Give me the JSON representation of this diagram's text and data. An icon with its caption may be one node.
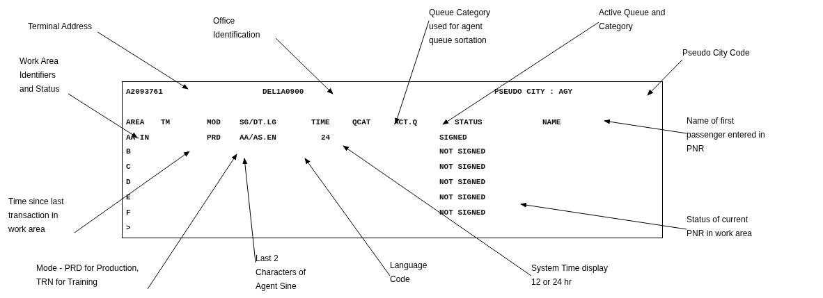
{
  "diagram": {
    "nodes": [
      {
        "text": [
          "A2093761",
          "DEL1A0900",
          "PSEUDO CITY : AGY",
          "AREA",
          "TM",
          "MOD",
          "SG/DT.LG",
          "TIME",
          "QCAT",
          "ACT.Q",
          "STATUS",
          "NAME",
          "AA-IN",
          "PRD",
          "AA/AS.EN",
          "24",
          "SIGNED",
          "B",
          "NOT SIGNED",
          "C",
          "NOT SIGNED",
          "D",
          "NOT SIGNED",
          "E",
          "NOT SIGNED",
          "F",
          "NOT SIGNED",
          ">"
        ]
      },
      {
        "text": [
          "Terminal Address"
        ]
      },
      {
        "text": [
          "Office Identification"
        ]
      },
      {
        "text": [
          "Queue Category used for agent queue sortation"
        ]
      },
      {
        "text": [
          "Active Queue and Category"
        ]
      },
      {
        "text": [
          "Pseudo City Code"
        ]
      },
      {
        "text": [
          "Work Area Identifiers and Status"
        ]
      },
      {
        "text": [
          "Name of first passenger entered in PNR"
        ]
      },
      {
        "text": [
          "Time since last transaction in work area"
        ]
      },
      {
        "text": [
          "Status of current PNR in work area"
        ]
      },
      {
        "text": [
          "Mode - PRD for Production, TRN for Training"
        ]
      },
      {
        "text": [
          "Last 2 Characters of Agent Sine"
        ]
      },
      {
        "text": [
          "Language Code"
        ]
      },
      {
        "text": [
          "System Time display 12 or 24 hr"
        ]
      }
    ],
    "edges": [
      {
        "from": 1,
        "to": 0,
        "arrow": "to"
      },
      {
        "from": 2,
        "to": 0,
        "arrow": "to"
      },
      {
        "from": 3,
        "to": 0,
        "arrow": "to"
      },
      {
        "from": 4,
        "to": 0,
        "arrow": "to"
      },
      {
        "from": 5,
        "to": 0,
        "arrow": "to"
      },
      {
        "from": 6,
        "to": 0,
        "arrow": "to"
      },
      {
        "from": 7,
        "to": 0,
        "arrow": "to"
      },
      {
        "from": 8,
        "to": 0,
        "arrow": "to"
      },
      {
        "from": 9,
        "to": 0,
        "arrow": "to"
      },
      {
        "from": 10,
        "to": 0,
        "arrow": "to"
      },
      {
        "from": 11,
        "to": 0,
        "arrow": "to"
      },
      {
        "from": 12,
        "to": 0,
        "arrow": "to"
      },
      {
        "from": 13,
        "to": 0,
        "arrow": "to"
      }
    ]
  }
}
